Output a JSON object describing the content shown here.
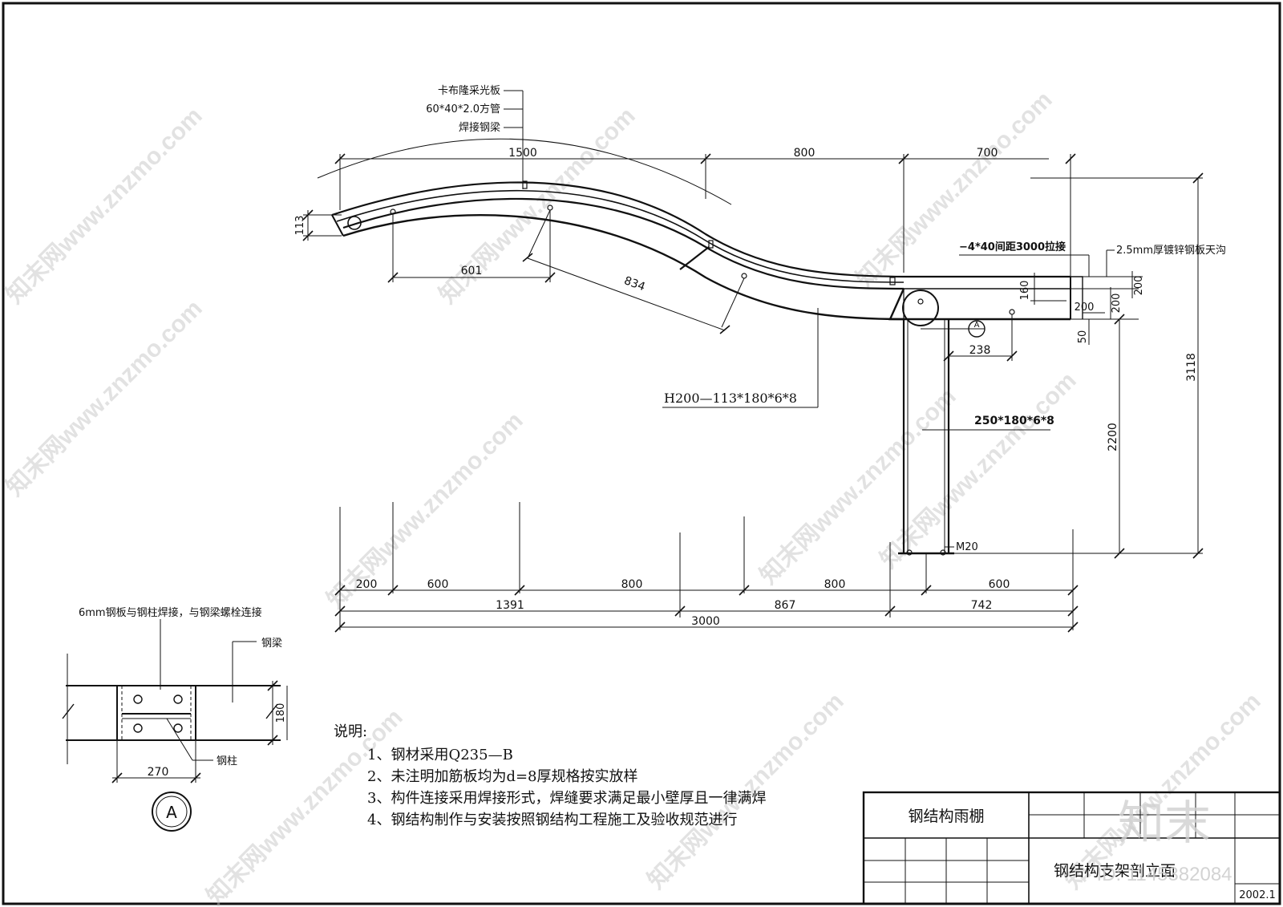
{
  "top_callouts": {
    "sheet_material": "卡布隆采光板",
    "purlin": "60*40*2.0方管",
    "beam": "焊接钢梁"
  },
  "top_dims": {
    "d1": "1500",
    "d2": "800",
    "d3": "700"
  },
  "left_dim": "113",
  "beam_dims": {
    "d601": "601",
    "d834": "834"
  },
  "beam_label": "H200—113*180*6*8",
  "tie_label": "−4*40间距3000拉接",
  "gutter_label": "2.5mm厚镀锌钢板天沟",
  "right_dims": {
    "d160": "160",
    "d200a": "200",
    "d200b": "200",
    "d200c": "200",
    "d50": "50",
    "d238": "238",
    "d2200": "2200",
    "d3118": "3118"
  },
  "column_label": "250*180*6*8",
  "bolt_label": "M20",
  "section_marker": "A",
  "bottom_dims": {
    "row1": [
      "200",
      "600",
      "800",
      "800",
      "600"
    ],
    "row2": [
      "1391",
      "867",
      "742"
    ],
    "row3": "3000"
  },
  "detail": {
    "note": "6mm钢板与钢柱焊接，与钢梁螺栓连接",
    "beam": "钢梁",
    "column": "钢柱",
    "height": "180",
    "width": "270",
    "marker": "A"
  },
  "notes": {
    "heading": "说明:",
    "items": [
      "1、钢材采用Q235—B",
      "2、未注明加筋板均为d=8厚规格按实放样",
      "3、构件连接采用焊接形式，焊缝要求满足最小壁厚且一律满焊",
      "4、钢结构制作与安装按照钢结构工程施工及验收规范进行"
    ]
  },
  "title_block": {
    "project": "钢结构雨棚",
    "drawing": "钢结构支架剖立面",
    "number": "2002.1"
  },
  "watermark": {
    "site": "知末网www.znzmo.com",
    "logo": "知末",
    "id": "ID: 1145382084"
  }
}
